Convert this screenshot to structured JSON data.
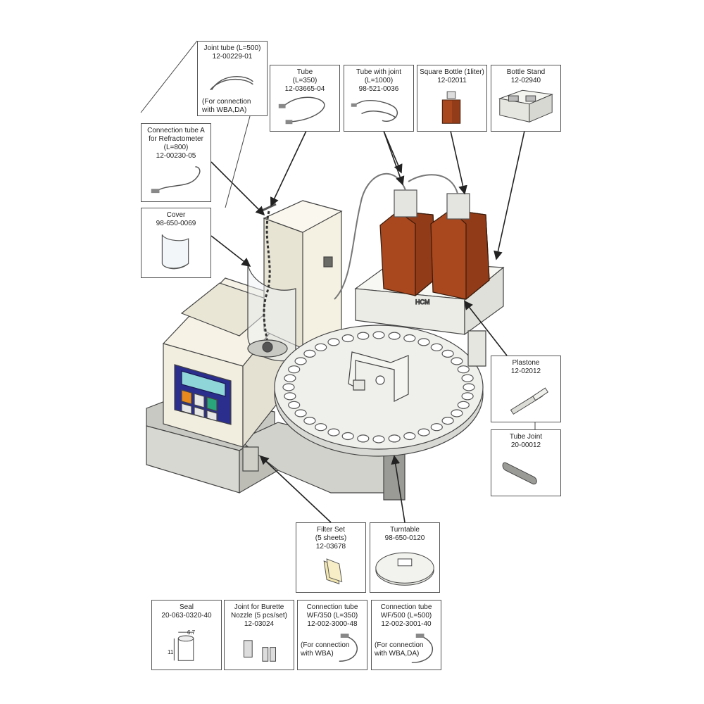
{
  "parts": {
    "joint_tube": {
      "name": "Joint tube (L=500)",
      "code": "12-00229-01",
      "note": "(For connection\nwith WBA,DA)"
    },
    "tube_350": {
      "name": "Tube\n(L=350)",
      "code": "12-03665-04"
    },
    "tube_with_joint": {
      "name": "Tube with joint\n(L=1000)",
      "code": "98-521-0036"
    },
    "square_bottle": {
      "name": "Square Bottle (1liter)",
      "code": "12-02011"
    },
    "bottle_stand": {
      "name": "Bottle Stand",
      "code": "12-02940"
    },
    "connection_tube_a": {
      "name": "Connection tube A\nfor Refractometer\n(L=800)",
      "code": "12-00230-05"
    },
    "cover": {
      "name": "Cover",
      "code": "98-650-0069"
    },
    "plastone": {
      "name": "Plastone",
      "code": "12-02012"
    },
    "tube_joint": {
      "name": "Tube Joint",
      "code": "20-00012"
    },
    "filter_set": {
      "name": "Filter Set\n(5 sheets)",
      "code": "12-03678"
    },
    "turntable": {
      "name": "Turntable",
      "code": "98-650-0120"
    },
    "seal": {
      "name": "Seal",
      "code": "20-063-0320-40"
    },
    "joint_burette": {
      "name": "Joint for Burette\nNozzle (5 pcs/set)",
      "code": "12-03024"
    },
    "conn_tube_wf350": {
      "name": "Connection tube\nWF/350 (L=350)",
      "code": "12-002-3000-48",
      "note": "(For connection\nwith WBA)"
    },
    "conn_tube_wf500": {
      "name": "Connection tube\nWF/500 (L=500)",
      "code": "12-002-3001-40",
      "note": "(For connection\nwith WBA,DA)"
    }
  },
  "seal_dims": {
    "width_label": "6.7",
    "height_label": "11"
  },
  "colors": {
    "bottle": "#a9471f",
    "bottle_dark": "#7d3214",
    "device": "#f3f0e2",
    "keypad": "#2b2e8c",
    "screen": "#8fd6d8",
    "key_orange": "#e8891d",
    "key_green": "#2aa47a",
    "line": "#333333"
  }
}
